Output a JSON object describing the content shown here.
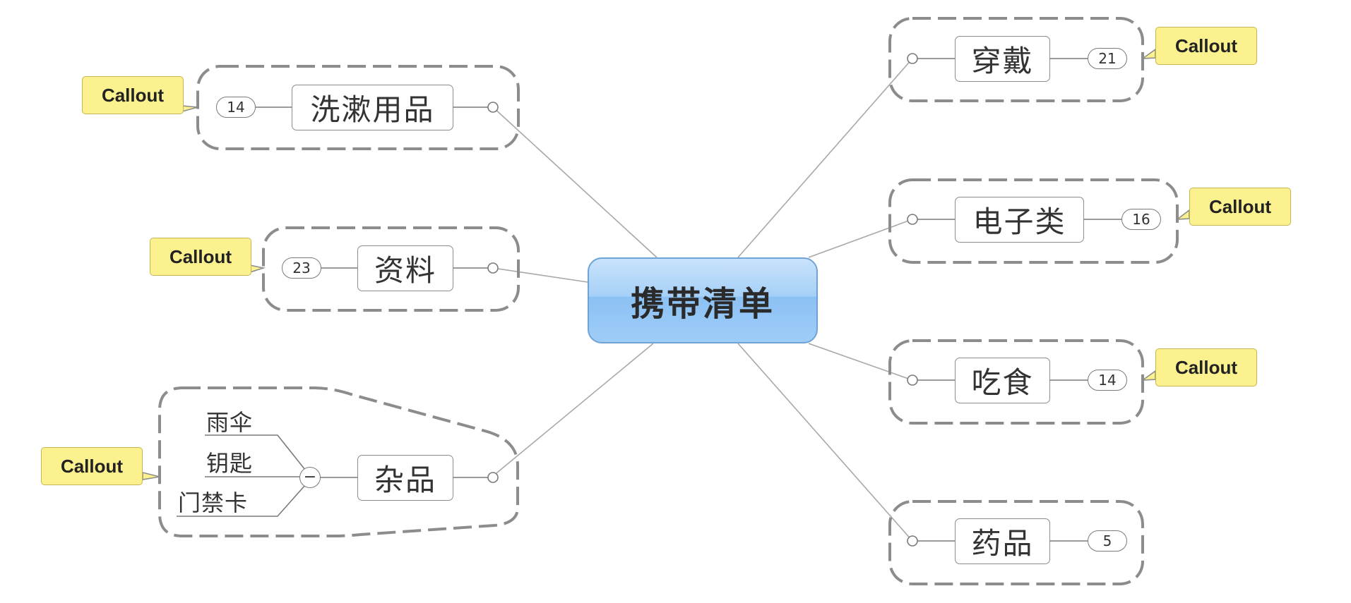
{
  "central_topic": "携带清单",
  "callout_label": "Callout",
  "branches": {
    "toiletries": {
      "label": "洗漱用品",
      "count": "14"
    },
    "documents": {
      "label": "资料",
      "count": "23"
    },
    "misc": {
      "label": "杂品",
      "children": [
        "雨伞",
        "钥匙",
        "门禁卡"
      ],
      "collapse_symbol": "−"
    },
    "clothing": {
      "label": "穿戴",
      "count": "21"
    },
    "electronics": {
      "label": "电子类",
      "count": "16"
    },
    "food": {
      "label": "吃食",
      "count": "14"
    },
    "medicine": {
      "label": "药品",
      "count": "5"
    }
  },
  "colors": {
    "central_fill": "#9fcdf8",
    "callout_fill": "#fbf18e",
    "connector": "#a0a0a0",
    "boundary": "#8c8c8c"
  }
}
